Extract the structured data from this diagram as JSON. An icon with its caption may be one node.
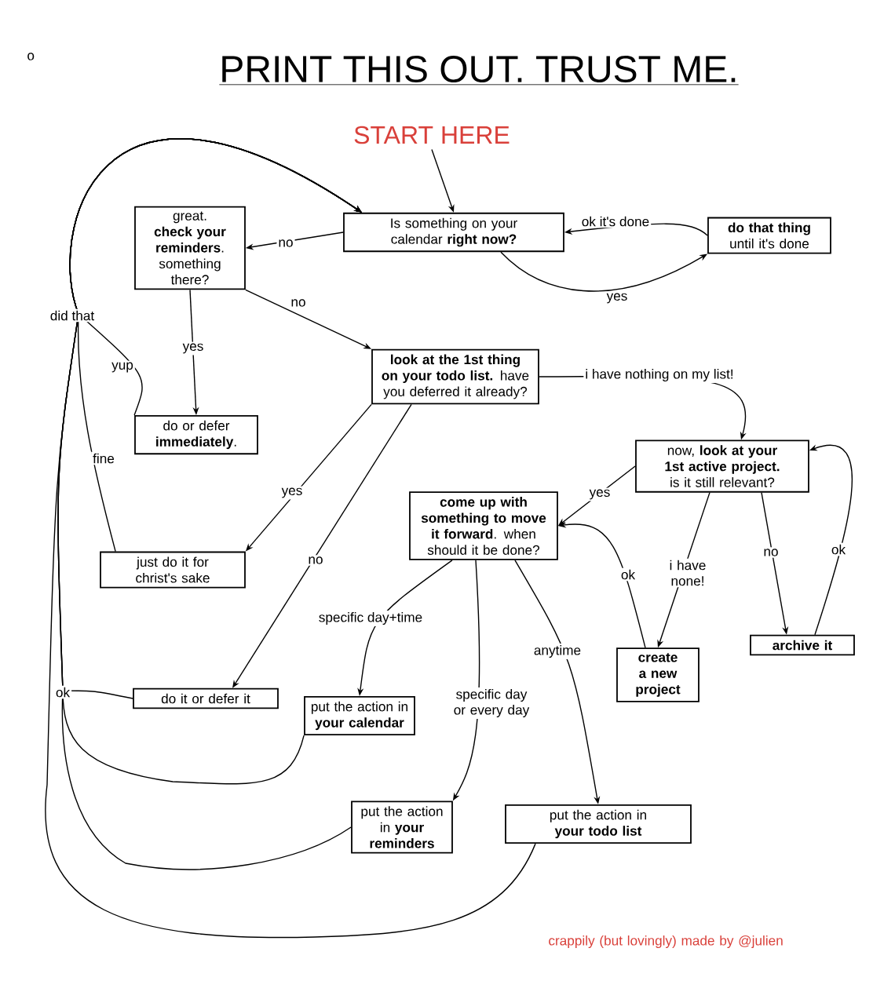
{
  "diagram": {
    "title": "PRINT THIS OUT. TRUST ME.",
    "nodes": [
      {
        "text": [
          "START HERE"
        ]
      },
      {
        "text": [
          "Is something on your calendar **right now?**"
        ]
      },
      {
        "text": [
          "great. **check your reminders**. something there?"
        ]
      },
      {
        "text": [
          "**do that thing** until it's done"
        ]
      },
      {
        "text": [
          "**look at the 1st thing on your todo list.** have you deferred it already?"
        ]
      },
      {
        "text": [
          "do or defer **immediately**."
        ]
      },
      {
        "text": [
          "now, **look at your 1st active project.** is it still relevant?"
        ]
      },
      {
        "text": [
          "**come up with something to move it forward**. when should it be done?"
        ]
      },
      {
        "text": [
          "just do it for christ's sake"
        ]
      },
      {
        "text": [
          "do it or defer it"
        ]
      },
      {
        "text": [
          "put the action in **your calendar**"
        ]
      },
      {
        "text": [
          "create a new project"
        ]
      },
      {
        "text": [
          "archive it"
        ]
      },
      {
        "text": [
          "put the action in **your reminders**"
        ]
      },
      {
        "text": [
          "put the action in **your todo list**"
        ]
      }
    ],
    "edges": [
      {
        "from": 0,
        "to": 1,
        "arrow": "to"
      },
      {
        "from": 1,
        "to": 2,
        "label": "no",
        "arrow": "to"
      },
      {
        "from": 1,
        "to": 3,
        "label": "yes",
        "arrow": "to"
      },
      {
        "from": 3,
        "to": 1,
        "label": "ok it's done",
        "arrow": "to"
      },
      {
        "from": 2,
        "to": 4,
        "label": "no",
        "arrow": "to"
      },
      {
        "from": 2,
        "to": 5,
        "label": "yes",
        "arrow": "to"
      },
      {
        "from": 4,
        "to": 6,
        "label": "i have nothing on my list!",
        "arrow": "to"
      },
      {
        "from": 4,
        "to": 8,
        "label": "yes",
        "arrow": "to"
      },
      {
        "from": 4,
        "to": 9,
        "label": "no",
        "arrow": "to"
      },
      {
        "from": 6,
        "to": 7,
        "label": "yes",
        "arrow": "to"
      },
      {
        "from": 6,
        "to": 11,
        "label": "i have none!",
        "arrow": "to"
      },
      {
        "from": 6,
        "to": 12,
        "label": "no",
        "arrow": "to"
      },
      {
        "from": 12,
        "to": 6,
        "label": "ok",
        "arrow": "to"
      },
      {
        "from": 11,
        "to": 7,
        "label": "ok",
        "arrow": "to"
      },
      {
        "from": 7,
        "to": 10,
        "label": "specific day+time",
        "arrow": "to"
      },
      {
        "from": 7,
        "to": 13,
        "label": "specific day or every day",
        "arrow": "to"
      },
      {
        "from": 7,
        "to": 14,
        "label": "anytime",
        "arrow": "to"
      },
      {
        "from": 5,
        "to": 1,
        "label": "yup",
        "arrow": "to"
      },
      {
        "from": 8,
        "to": 1,
        "label": "fine",
        "arrow": "to"
      },
      {
        "from": 9,
        "to": 1,
        "label": "ok",
        "arrow": "to"
      },
      {
        "from": 10,
        "to": 1,
        "arrow": "to"
      },
      {
        "from": 13,
        "to": 1,
        "arrow": "to"
      },
      {
        "from": 14,
        "to": 1,
        "arrow": "to"
      }
    ],
    "labels": [
      "o",
      "did that",
      "crappily (but lovingly) made by @julien"
    ]
  }
}
